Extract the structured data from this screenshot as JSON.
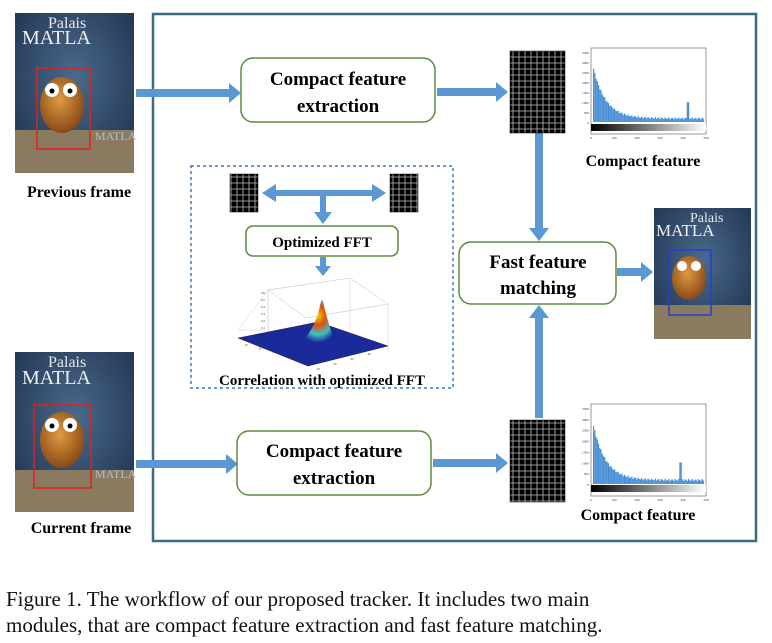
{
  "diagram": {
    "previous_label": "Previous frame",
    "current_label": "Current frame",
    "cfe_top": [
      "Compact feature",
      "extraction"
    ],
    "cfe_bottom": [
      "Compact feature",
      "extraction"
    ],
    "compact_feature_top": "Compact feature",
    "compact_feature_bottom": "Compact feature",
    "optimized_fft": "Optimized FFT",
    "correlation": "Correlation with optimized FFT",
    "matching": [
      "Fast feature",
      "matching"
    ],
    "frame_title": [
      "Palais",
      "MATLA"
    ],
    "frame_subtitle": "MATLA",
    "hist_top": {
      "y_ticks": [
        "3500",
        "3000",
        "2500",
        "2000",
        "1500",
        "1000",
        "500",
        "0"
      ],
      "x_ticks": [
        "0",
        "100",
        "200",
        "300",
        "400",
        "500"
      ]
    },
    "hist_bottom": {
      "y_ticks": [
        "3500",
        "3000",
        "2500",
        "2000",
        "1500",
        "1000",
        "500",
        "0"
      ],
      "x_ticks": [
        "0",
        "100",
        "200",
        "300",
        "400",
        "500"
      ]
    },
    "surface_ticks": {
      "z": [
        "0.6",
        "0.5",
        "0.4",
        "0.3",
        "0.2",
        "0.1",
        "0"
      ],
      "x": [
        "10",
        "20",
        "30",
        "40",
        "50"
      ],
      "y": [
        "10",
        "20",
        "30",
        "40"
      ]
    }
  },
  "caption": {
    "line1": "Figure 1.    The workflow of our proposed tracker. It includes two main",
    "line2": "modules, that are compact feature extraction and fast feature matching."
  },
  "colors": {
    "frame_border": "#3a6b83",
    "arrow": "#5a97d3",
    "box_border": "#5e8a3f",
    "dashed": "#3d78b6"
  }
}
